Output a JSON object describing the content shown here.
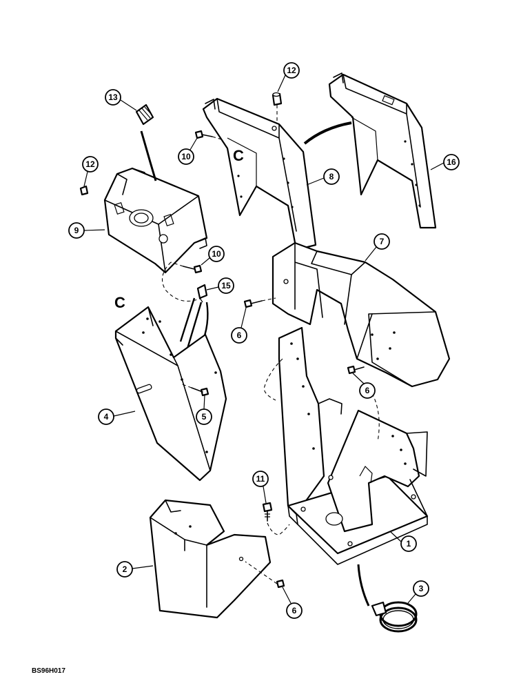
{
  "callouts": {
    "c1": "1",
    "c2": "2",
    "c3": "3",
    "c4": "4",
    "c5": "5",
    "c6a": "6",
    "c6b": "6",
    "c6c": "6",
    "c7": "7",
    "c8": "8",
    "c9": "9",
    "c10a": "10",
    "c10b": "10",
    "c11": "11",
    "c12a": "12",
    "c12b": "12",
    "c13": "13",
    "c15": "15",
    "c16": "16"
  },
  "reference_marks": {
    "c_upper": "C",
    "c_lower": "C"
  },
  "drawing_code": "BS96H017"
}
